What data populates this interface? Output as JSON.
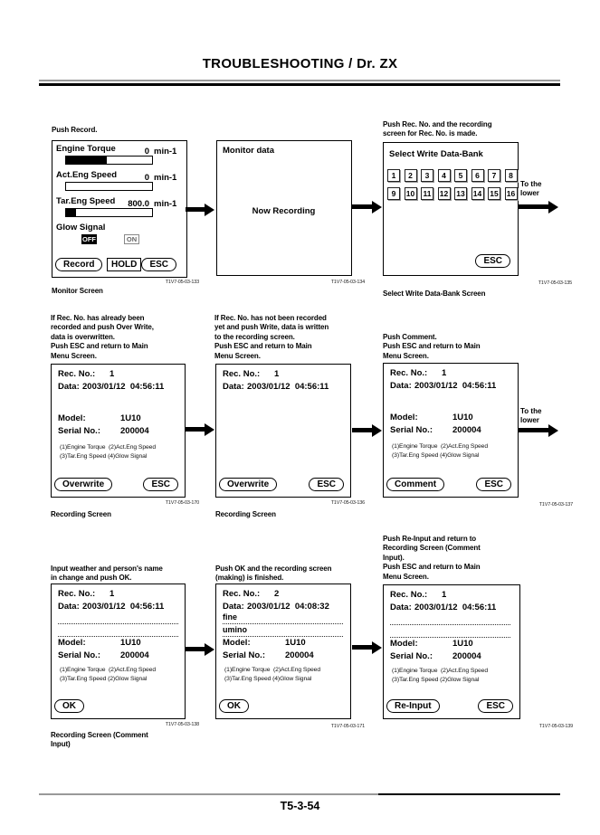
{
  "header": {
    "title": "TROUBLESHOOTING / Dr. ZX"
  },
  "footer": {
    "page_number": "T5-3-54"
  },
  "labels": {
    "to_the_lower": "To the\nlower"
  },
  "monitor": {
    "note": "Push Record.",
    "gauges": [
      {
        "name": "Engine Torque",
        "value": "0",
        "unit": "min-1",
        "fill_pct": 47
      },
      {
        "name": "Act.Eng Speed",
        "value": "0",
        "unit": "min-1",
        "fill_pct": 0
      },
      {
        "name": "Tar.Eng Speed",
        "value": "800.0",
        "unit": "min-1",
        "fill_pct": 12
      }
    ],
    "glow_label": "Glow Signal",
    "glow_off": "OFF",
    "glow_on": "ON",
    "btn_record": "Record",
    "btn_hold": "HOLD",
    "btn_esc": "ESC",
    "code": "T1V7-05-03-133",
    "caption": "Monitor Screen"
  },
  "now_recording": {
    "header": "Monitor data",
    "message": "Now Recording",
    "code": "T1V7-05-03-134"
  },
  "databank": {
    "note": "Push Rec. No. and the recording\nscreen for Rec. No. is made.",
    "title": "Select Write Data-Bank",
    "keys": [
      "1",
      "2",
      "3",
      "4",
      "5",
      "6",
      "7",
      "8",
      "9",
      "10",
      "11",
      "12",
      "13",
      "14",
      "15",
      "16"
    ],
    "btn_esc": "ESC",
    "code": "T1V7-05-03-135",
    "caption": "Select Write Data-Bank Screen"
  },
  "rec_overwrite": {
    "note": "If Rec. No. has already been\nrecorded and push Over Write,\ndata is overwritten.\nPush ESC and return to Main\nMenu Screen.",
    "rec_label": "Rec. No.:",
    "rec_value": "1",
    "data_label": "Data:",
    "data_value": "2003/01/12  04:56:11",
    "model_label": "Model:",
    "model_value": "1U10",
    "serial_label": "Serial No.:",
    "serial_value": "200004",
    "params1": "(1)Engine Torque  (2)Act.Eng Speed",
    "params2": "(3)Tar.Eng Speed (4)Glow Signal",
    "btn_left": "Overwrite",
    "btn_esc": "ESC",
    "code": "T1V7-05-03-170",
    "caption": "Recording Screen"
  },
  "rec_write": {
    "note": "If Rec. No. has not been recorded\nyet and push Write, data is written\nto the recording screen.\nPush ESC and return to Main\nMenu Screen.",
    "rec_label": "Rec. No.:",
    "rec_value": "1",
    "data_label": "Data:",
    "data_value": "2003/01/12  04:56:11",
    "btn_left": "Overwrite",
    "btn_esc": "ESC",
    "code": "T1V7-05-03-136",
    "caption": "Recording Screen"
  },
  "rec_comment": {
    "note": "Push Comment.\nPush ESC and return to Main\nMenu Screen.",
    "rec_label": "Rec. No.:",
    "rec_value": "1",
    "data_label": "Data:",
    "data_value": "2003/01/12  04:56:11",
    "model_label": "Model:",
    "model_value": "1U10",
    "serial_label": "Serial No.:",
    "serial_value": "200004",
    "params1": "(1)Engine Torque  (2)Act.Eng Speed",
    "params2": "(3)Tar.Eng Speed (4)Glow Signal",
    "btn_left": "Comment",
    "btn_esc": "ESC",
    "code": "T1V7-05-03-137"
  },
  "comment_input": {
    "note": "Input weather and person's name\nin change and push OK.",
    "rec_label": "Rec. No.:",
    "rec_value": "1",
    "data_label": "Data:",
    "data_value": "2003/01/12  04:56:11",
    "weather": "",
    "person": "",
    "model_label": "Model:",
    "model_value": "1U10",
    "serial_label": "Serial No.:",
    "serial_value": "200004",
    "params1": "(1)Engine Torque  (2)Act.Eng Speed",
    "params2": "(3)Tar.Eng Speed (2)Glow Signal",
    "btn_ok": "OK",
    "code": "T1V7-05-03-138",
    "caption": "Recording Screen (Comment\nInput)"
  },
  "comment_done": {
    "note": "Push OK and the recording screen\n(making) is finished.",
    "rec_label": "Rec. No.:",
    "rec_value": "2",
    "data_label": "Data:",
    "data_value": "2003/01/12  04:08:32",
    "weather": "fine",
    "person": "umino",
    "model_label": "Model:",
    "model_value": "1U10",
    "serial_label": "Serial No.:",
    "serial_value": "200004",
    "params1": "(1)Engine Torque  (2)Act.Eng Speed",
    "params2": "(3)Tar.Eng Speed (4)Glow Signal",
    "btn_ok": "OK",
    "code": "T1V7-05-03-171"
  },
  "reinput": {
    "note": "Push Re-Input and return to\nRecording Screen (Comment\nInput).\nPush ESC and return to Main\nMenu Screen.",
    "rec_label": "Rec. No.:",
    "rec_value": "1",
    "data_label": "Data:",
    "data_value": "2003/01/12  04:56:11",
    "weather": "",
    "person": "",
    "model_label": "Model:",
    "model_value": "1U10",
    "serial_label": "Serial No.:",
    "serial_value": "200004",
    "params1": "(1)Engine Torque  (2)Act.Eng Speed",
    "params2": "(3)Tar.Eng Speed (2)Glow Signal",
    "btn_left": "Re-Input",
    "btn_esc": "ESC",
    "code": "T1V7-05-03-139"
  }
}
